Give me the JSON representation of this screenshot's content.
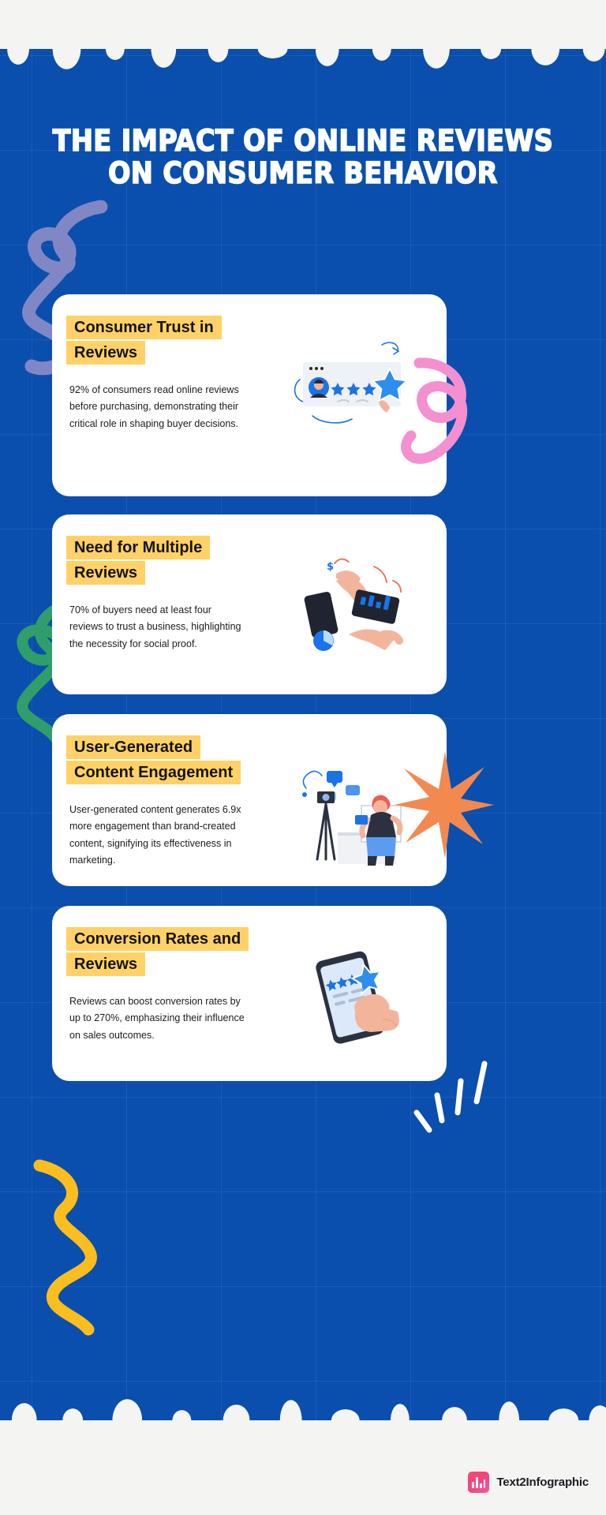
{
  "title": {
    "line1": "The Impact of Online Reviews",
    "line2": "on Consumer Behavior"
  },
  "colors": {
    "background_blue": "#0a4fae",
    "card_white": "#ffffff",
    "highlight_yellow": "#ffd166",
    "paper_white": "#f4f4f2",
    "doodle_purple": "#8187c4",
    "doodle_pink": "#f48fd0",
    "doodle_green": "#2f9e6a",
    "doodle_orange": "#f2894f",
    "doodle_yellow": "#fbbe1e",
    "accent_blue": "#1a73e8",
    "logo_pink": "#f8496b"
  },
  "cards": [
    {
      "heading": "Consumer Trust in Reviews",
      "body": "92% of consumers read online reviews before purchasing, demonstrating their critical role in shaping buyer decisions.",
      "illustration": "review-card-stars-illustration",
      "stat": "92%"
    },
    {
      "heading": "Need for Multiple Reviews",
      "body": "70% of buyers need at least four reviews to trust a business, highlighting the necessity for social proof.",
      "illustration": "hands-phone-analytics-illustration",
      "stat": "70%"
    },
    {
      "heading": "User-Generated Content Engagement",
      "body": "User-generated content generates 6.9x more engagement than brand-created content, signifying its effectiveness in marketing.",
      "illustration": "content-creator-camera-illustration",
      "stat": "6.9x"
    },
    {
      "heading": "Conversion Rates and Reviews",
      "body": "Reviews can boost conversion rates by up to 270%, emphasizing their influence on sales outcomes.",
      "illustration": "phone-rating-hand-illustration",
      "stat": "270%"
    }
  ],
  "footer": {
    "brand": "Text2Infographic",
    "logo_icon": "bar-chart-logo-icon"
  }
}
